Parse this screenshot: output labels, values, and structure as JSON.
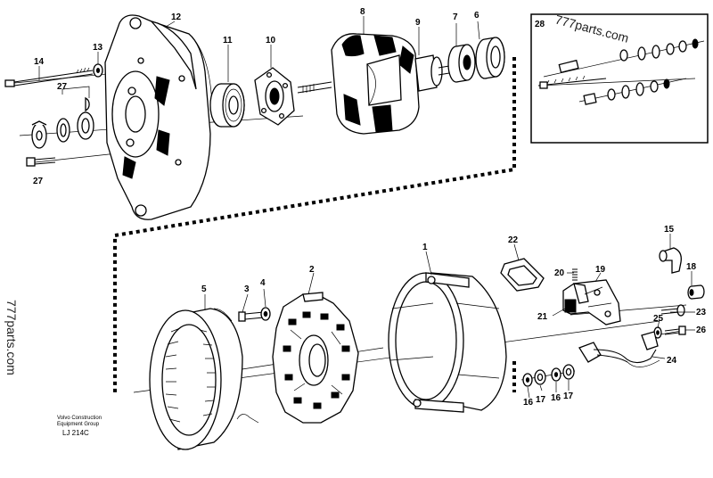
{
  "callouts": {
    "c1": "1",
    "c2": "2",
    "c3": "3",
    "c4": "4",
    "c5": "5",
    "c6": "6",
    "c7": "7",
    "c8": "8",
    "c9": "9",
    "c10": "10",
    "c11": "11",
    "c12": "12",
    "c13": "13",
    "c14": "14",
    "c15": "15",
    "c16a": "16",
    "c16b": "16",
    "c17a": "17",
    "c17b": "17",
    "c18": "18",
    "c19": "19",
    "c20": "20",
    "c21": "21",
    "c22": "22",
    "c23": "23",
    "c24": "24",
    "c25": "25",
    "c26": "26",
    "c27a": "27",
    "c27b": "27",
    "c28": "28"
  },
  "watermarks": {
    "inset": "777parts.com",
    "side": "777parts.com"
  },
  "footer": {
    "line1": "Volvo Construction",
    "line2": "Equipment Group",
    "code": "LJ 214C"
  }
}
